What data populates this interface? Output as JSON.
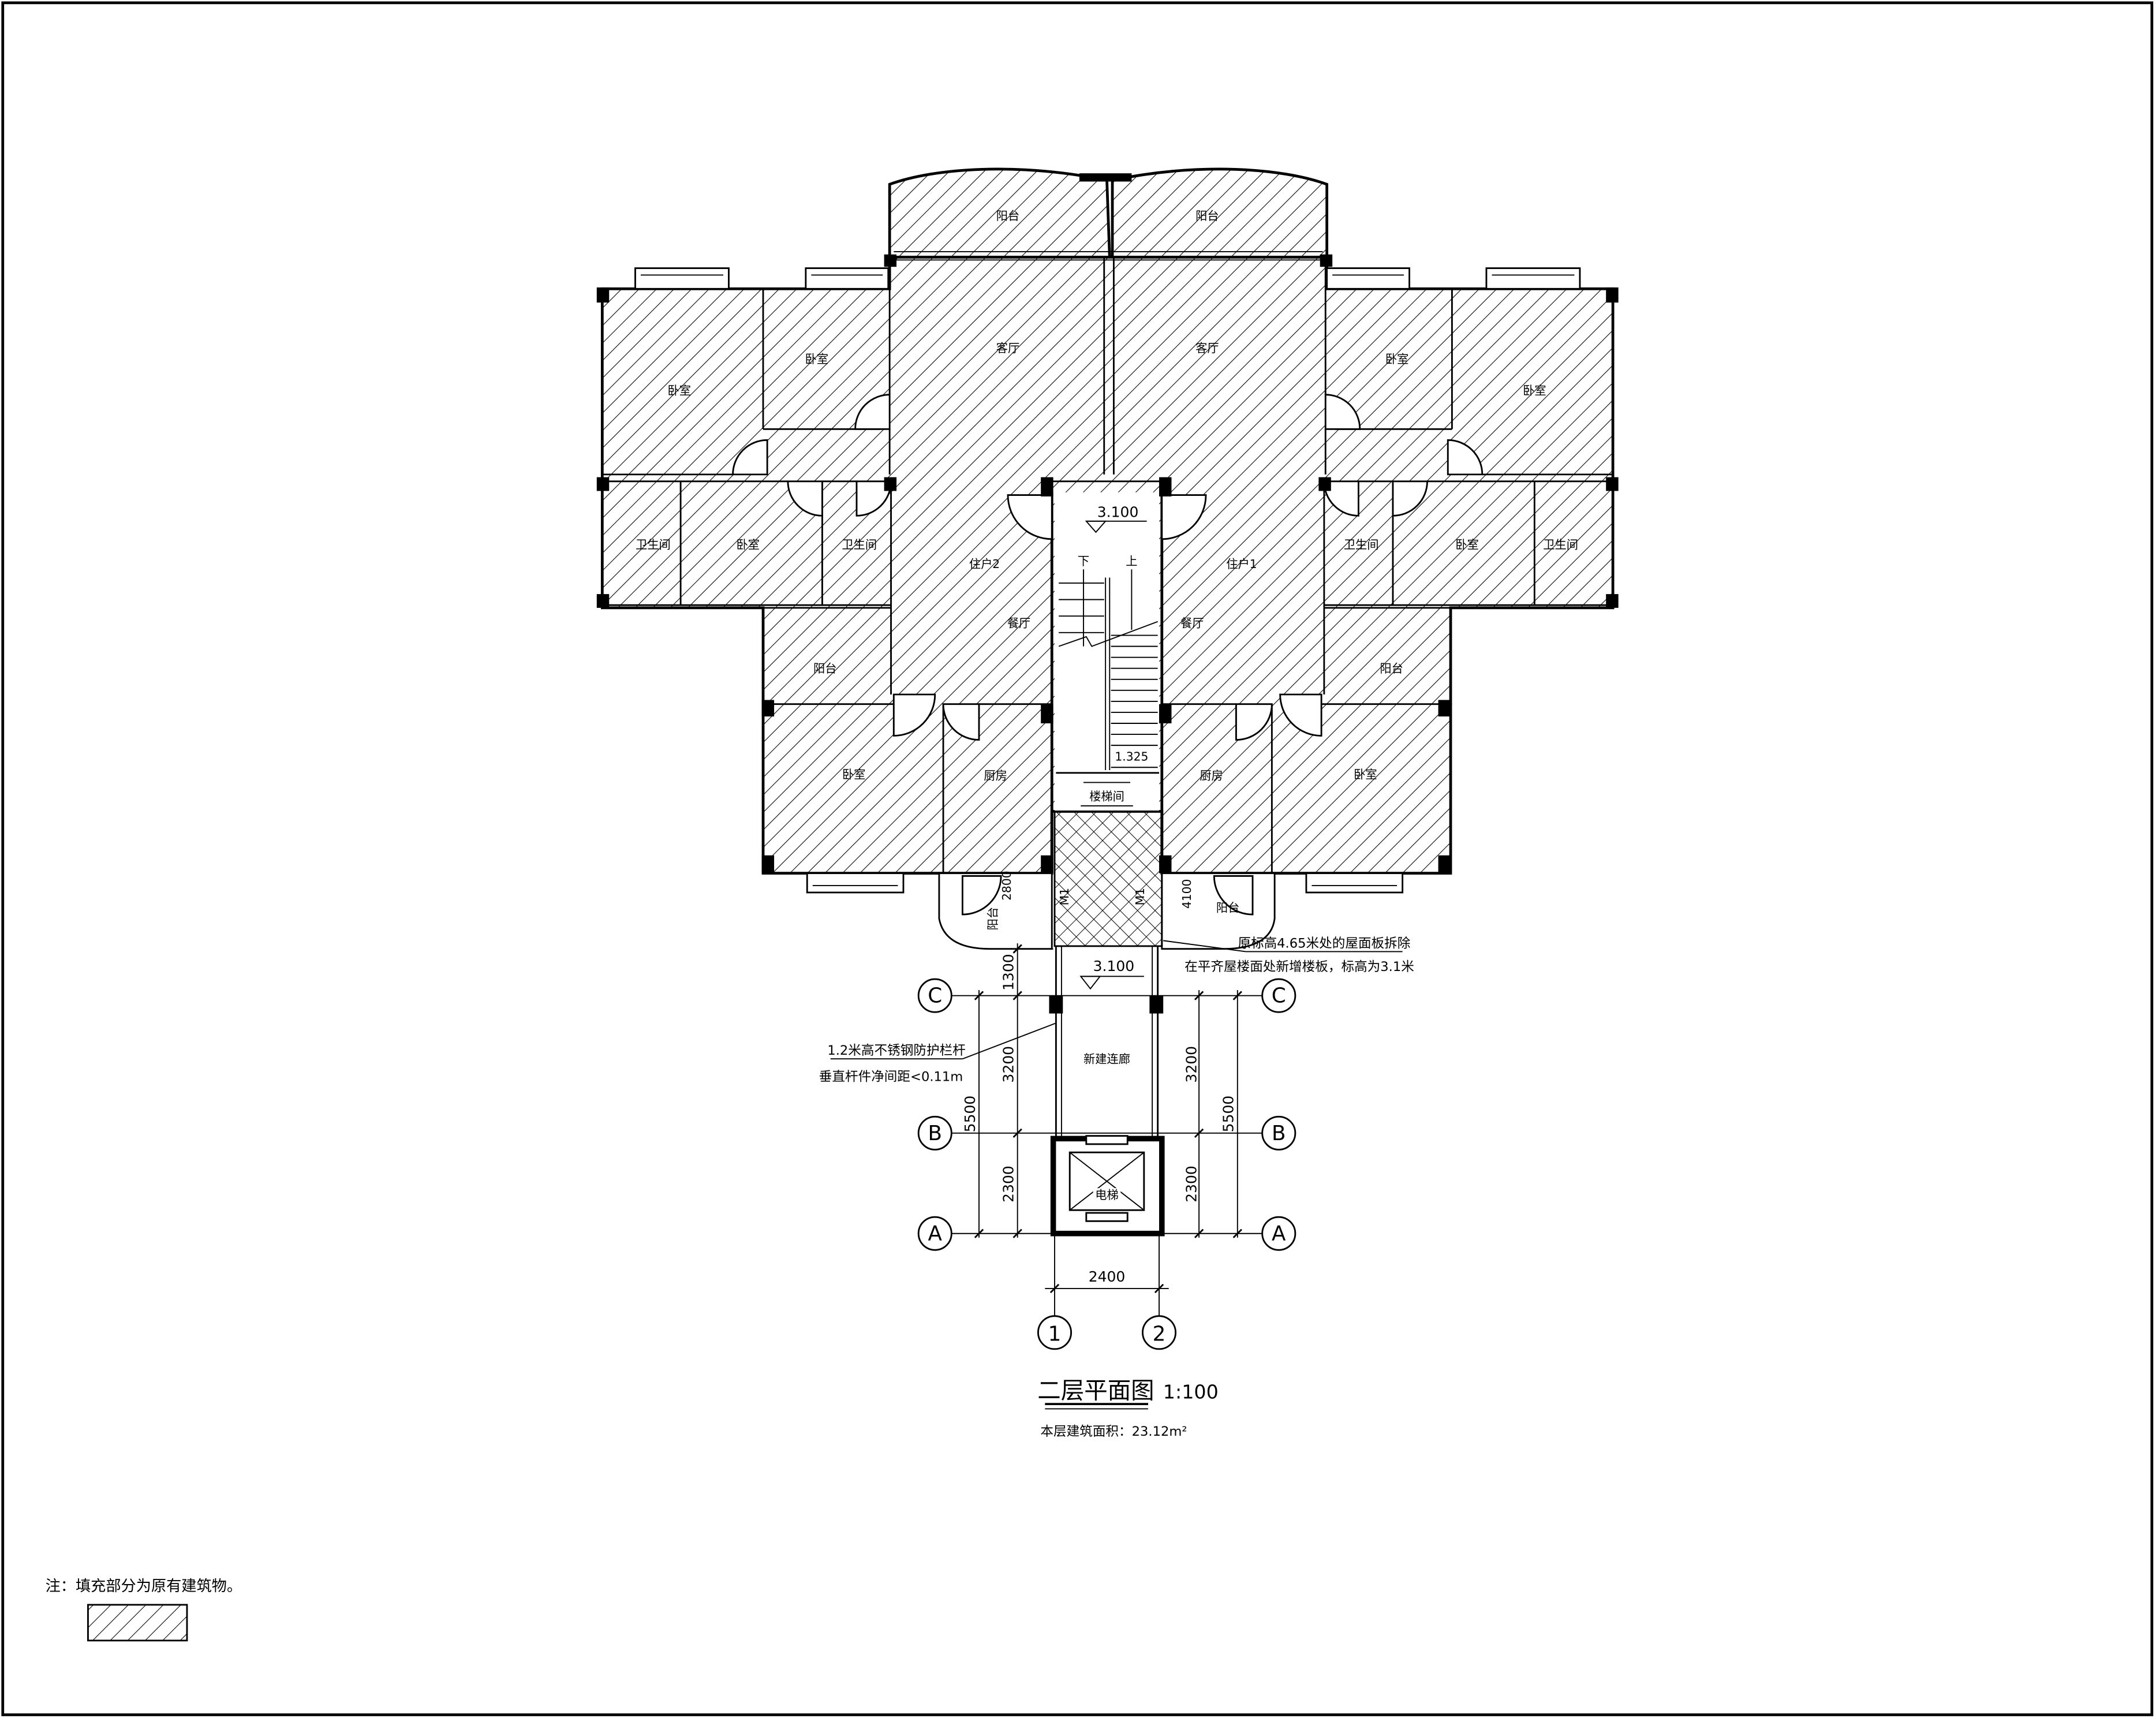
{
  "colors": {
    "line": "#000000",
    "background": "#ffffff"
  },
  "rooms": [
    "阳台",
    "阳台",
    "客厅",
    "客厅",
    "卧室",
    "卧室",
    "卧室",
    "卧室",
    "卫生间",
    "卧室",
    "卫生间",
    "卫生间",
    "卧室",
    "卫生间",
    "住户2",
    "住户1",
    "餐厅",
    "餐厅",
    "阳台",
    "阳台",
    "卧室",
    "厨房",
    "厨房",
    "卧室",
    "阳台",
    "阳台"
  ],
  "stair": {
    "down": "下",
    "up": "上",
    "landing_elevation": "1.325",
    "label": "楼梯间"
  },
  "elevations": {
    "stair_hall": "3.100",
    "corridor": "3.100"
  },
  "doors": {
    "left_mark": "M1",
    "right_mark": "M1"
  },
  "balcony_dims": {
    "left": "2800",
    "right": "4100"
  },
  "annotations": {
    "roof_removed": "原标高4.65米处的屋面板拆除",
    "new_slab": "在平齐屋楼面处新增楼板，标高为3.1米",
    "railing": "1.2米高不锈钢防护栏杆",
    "railing_spacing": "垂直杆件净间距<0.11m",
    "corridor": "新建连廊",
    "elevator": "电梯"
  },
  "grid": {
    "rows": [
      "C",
      "B",
      "A"
    ],
    "cols": [
      "1",
      "2"
    ]
  },
  "dimensions": {
    "c_offset": "1300",
    "c_to_b": "3200",
    "b_to_a": "2300",
    "c_to_a": "5500",
    "width": "2400"
  },
  "title": {
    "name": "二层平面图",
    "scale": "1:100",
    "area": "本层建筑面积：23.12m²"
  },
  "note": {
    "text": "注：填充部分为原有建筑物。"
  }
}
